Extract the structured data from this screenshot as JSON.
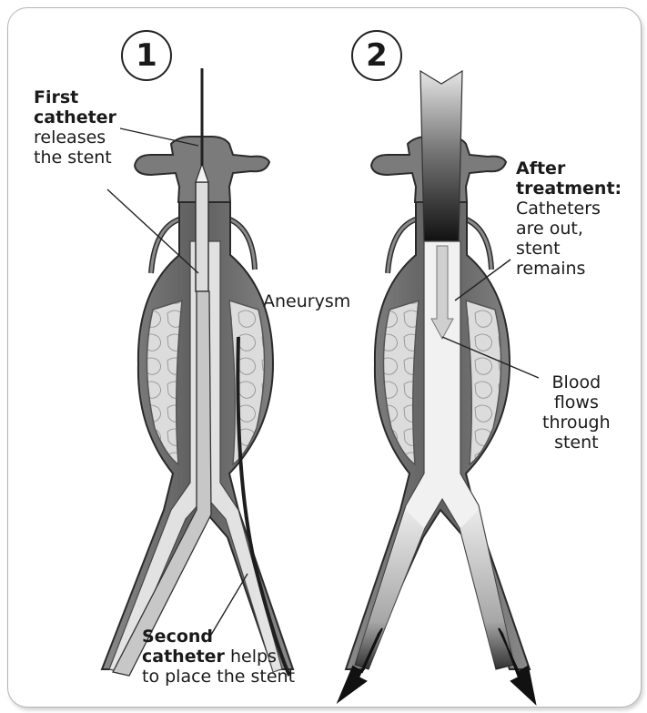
{
  "steps": {
    "one": "1",
    "two": "2"
  },
  "labels": {
    "first_catheter": {
      "bold_1": "First",
      "bold_2": "catheter",
      "line_3": "releases",
      "line_4": "the stent"
    },
    "aneurysm": "Aneurysm",
    "second_catheter": {
      "bold_1": "Second",
      "bold_2": "catheter",
      "rest_2": " helps",
      "line_3": "to place the stent"
    },
    "after_treatment": {
      "bold_1": "After",
      "bold_2": "treatment:",
      "line_3": "Catheters",
      "line_4": "are out,",
      "line_5": "stent",
      "line_6": "remains"
    },
    "blood_flow": {
      "line_1": "Blood",
      "line_2": "flows",
      "line_3": "through",
      "line_4": "stent"
    }
  },
  "colors": {
    "vessel": "#6f6f6f",
    "vessel_dark": "#3c3c3c",
    "plaque": "#d9d9d9",
    "stent": "#f2f2f2",
    "catheter": "#1f1f1f",
    "arrow": "#111111"
  }
}
